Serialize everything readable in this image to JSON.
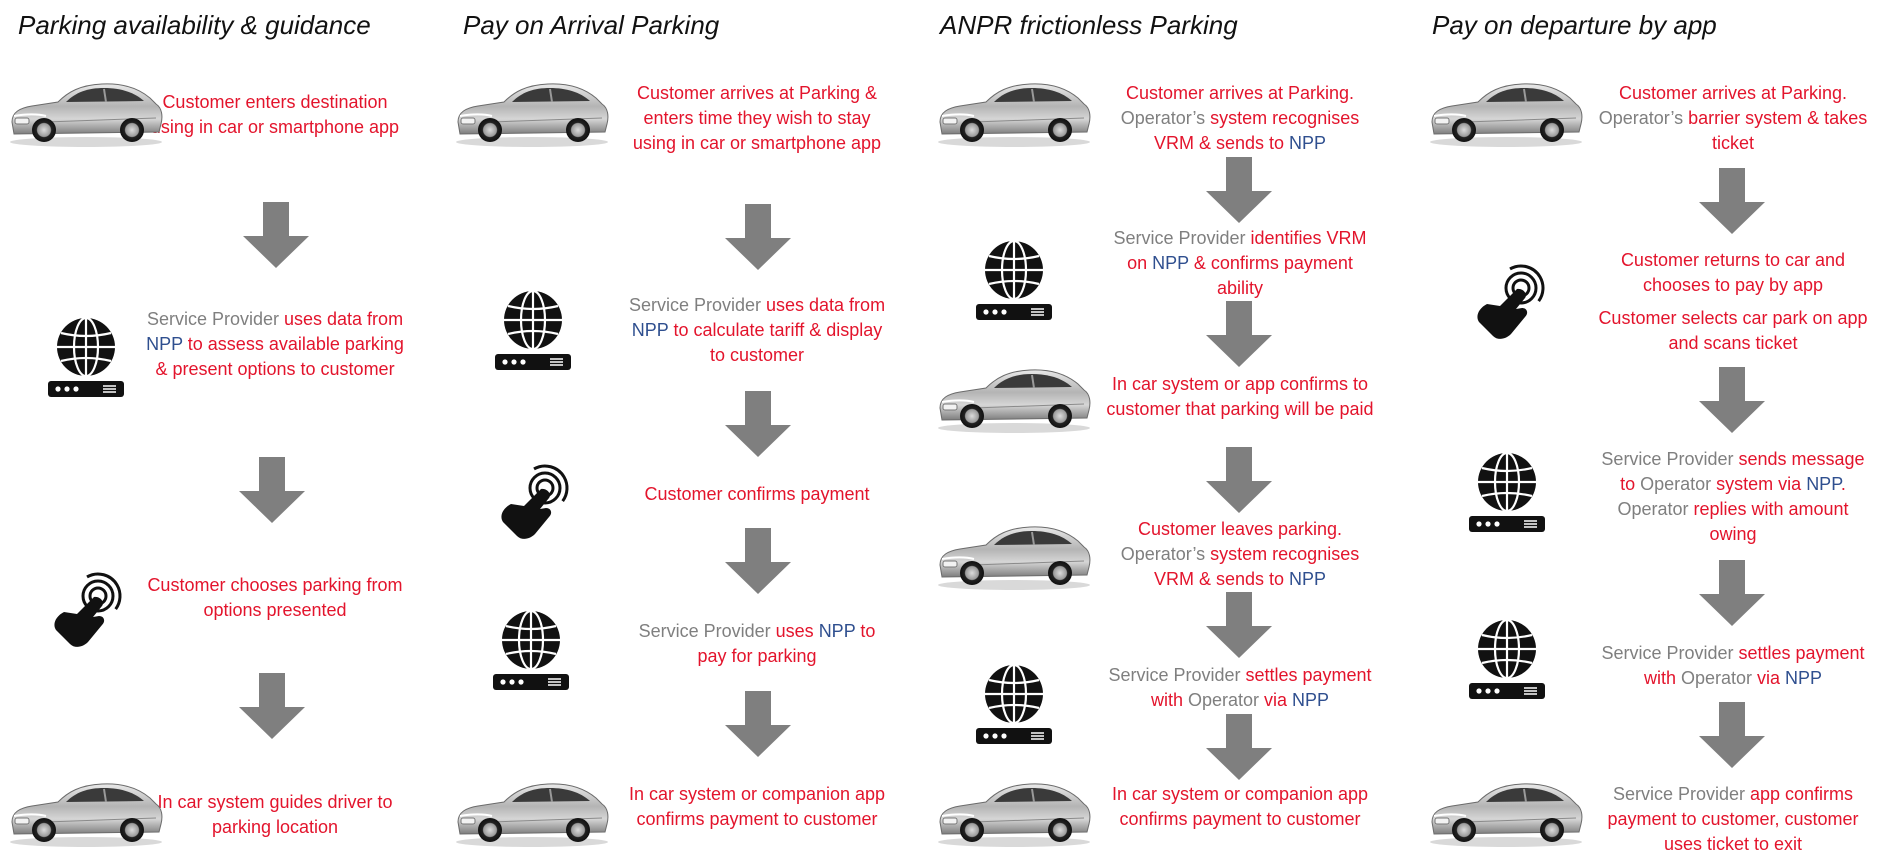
{
  "colors": {
    "red": "#e3142c",
    "gray": "#7f7f7f",
    "blue": "#2f4f8f",
    "arrow": "#7f7f7f",
    "icon": "#111111"
  },
  "columns": [
    {
      "title": "Parking availability & guidance",
      "steps": [
        {
          "icon": "car-icon",
          "segments": [
            {
              "t": "Customer enters destination using in car or smartphone app",
              "c": "red"
            }
          ]
        },
        {
          "icon": "globe-server-icon",
          "segments": [
            {
              "t": "Service Provider ",
              "c": "gray"
            },
            {
              "t": "uses data from ",
              "c": "red"
            },
            {
              "t": "NPP",
              "c": "blue"
            },
            {
              "t": " to assess available parking & present options to customer",
              "c": "red"
            }
          ]
        },
        {
          "icon": "touch-icon",
          "segments": [
            {
              "t": "Customer chooses parking from options presented",
              "c": "red"
            }
          ]
        },
        {
          "icon": "car-icon",
          "segments": [
            {
              "t": "In car system guides driver to parking location",
              "c": "red"
            }
          ]
        }
      ]
    },
    {
      "title": "Pay on Arrival Parking",
      "steps": [
        {
          "icon": "car-icon",
          "segments": [
            {
              "t": "Customer arrives at Parking & enters time they wish to stay using in car or smartphone app",
              "c": "red"
            }
          ]
        },
        {
          "icon": "globe-server-icon",
          "segments": [
            {
              "t": "Service Provider ",
              "c": "gray"
            },
            {
              "t": "uses data from ",
              "c": "red"
            },
            {
              "t": "NPP",
              "c": "blue"
            },
            {
              "t": " to calculate tariff & display to customer",
              "c": "red"
            }
          ]
        },
        {
          "icon": "touch-icon",
          "segments": [
            {
              "t": "Customer confirms payment",
              "c": "red"
            }
          ]
        },
        {
          "icon": "globe-server-icon",
          "segments": [
            {
              "t": "Service Provider ",
              "c": "gray"
            },
            {
              "t": "uses ",
              "c": "red"
            },
            {
              "t": "NPP",
              "c": "blue"
            },
            {
              "t": " to pay for parking",
              "c": "red"
            }
          ]
        },
        {
          "icon": "car-icon",
          "segments": [
            {
              "t": "In car system  or companion app confirms payment to customer",
              "c": "red"
            }
          ]
        }
      ]
    },
    {
      "title": "ANPR frictionless Parking",
      "steps": [
        {
          "icon": "car-icon",
          "segments": [
            {
              "t": "Customer arrives at Parking. ",
              "c": "red"
            },
            {
              "t": "Operator’s ",
              "c": "gray"
            },
            {
              "t": "system recognises VRM & sends to ",
              "c": "red"
            },
            {
              "t": "NPP",
              "c": "blue"
            }
          ]
        },
        {
          "icon": "globe-server-icon",
          "segments": [
            {
              "t": "Service Provider ",
              "c": "gray"
            },
            {
              "t": "identifies VRM on ",
              "c": "red"
            },
            {
              "t": "NPP",
              "c": "blue"
            },
            {
              "t": " & confirms payment ability",
              "c": "red"
            }
          ]
        },
        {
          "icon": "car-icon",
          "segments": [
            {
              "t": "In car system or app confirms to customer that parking will be paid",
              "c": "red"
            }
          ]
        },
        {
          "icon": "car-icon",
          "segments": [
            {
              "t": "Customer leaves parking. ",
              "c": "red"
            },
            {
              "t": "Operator’s ",
              "c": "gray"
            },
            {
              "t": "system recognises VRM & sends to ",
              "c": "red"
            },
            {
              "t": "NPP",
              "c": "blue"
            }
          ]
        },
        {
          "icon": "globe-server-icon",
          "segments": [
            {
              "t": "Service Provider ",
              "c": "gray"
            },
            {
              "t": "settles payment with ",
              "c": "red"
            },
            {
              "t": "Operator",
              "c": "gray"
            },
            {
              "t": " via ",
              "c": "red"
            },
            {
              "t": "NPP",
              "c": "blue"
            }
          ]
        },
        {
          "icon": "car-icon",
          "segments": [
            {
              "t": "In car system  or companion app confirms payment to customer",
              "c": "red"
            }
          ]
        }
      ]
    },
    {
      "title": "Pay on departure by app",
      "steps": [
        {
          "icon": "car-icon",
          "segments": [
            {
              "t": "Customer arrives at Parking. ",
              "c": "red"
            },
            {
              "t": "Operator’s ",
              "c": "gray"
            },
            {
              "t": "barrier system & takes ticket",
              "c": "red"
            }
          ]
        },
        {
          "icon": "touch-icon",
          "segments": [
            {
              "t": "Customer returns to car and chooses to pay by app",
              "c": "red"
            }
          ]
        },
        {
          "icon": "",
          "segments": [
            {
              "t": "Customer selects car park on app and scans ticket",
              "c": "red"
            }
          ]
        },
        {
          "icon": "globe-server-icon",
          "segments": [
            {
              "t": "Service Provider ",
              "c": "gray"
            },
            {
              "t": "sends message to ",
              "c": "red"
            },
            {
              "t": "Operator",
              "c": "gray"
            },
            {
              "t": " system via ",
              "c": "red"
            },
            {
              "t": "NPP",
              "c": "blue"
            },
            {
              "t": ".  ",
              "c": "red"
            },
            {
              "t": "Operator",
              "c": "gray"
            },
            {
              "t": " replies with amount owing",
              "c": "red"
            }
          ]
        },
        {
          "icon": "globe-server-icon",
          "segments": [
            {
              "t": "Service Provider ",
              "c": "gray"
            },
            {
              "t": "settles payment with ",
              "c": "red"
            },
            {
              "t": "Operator",
              "c": "gray"
            },
            {
              "t": " via ",
              "c": "red"
            },
            {
              "t": "NPP",
              "c": "blue"
            }
          ]
        },
        {
          "icon": "car-icon",
          "segments": [
            {
              "t": "Service Provider ",
              "c": "gray"
            },
            {
              "t": "app confirms payment to customer, customer uses ticket to exit",
              "c": "red"
            }
          ]
        }
      ]
    }
  ]
}
